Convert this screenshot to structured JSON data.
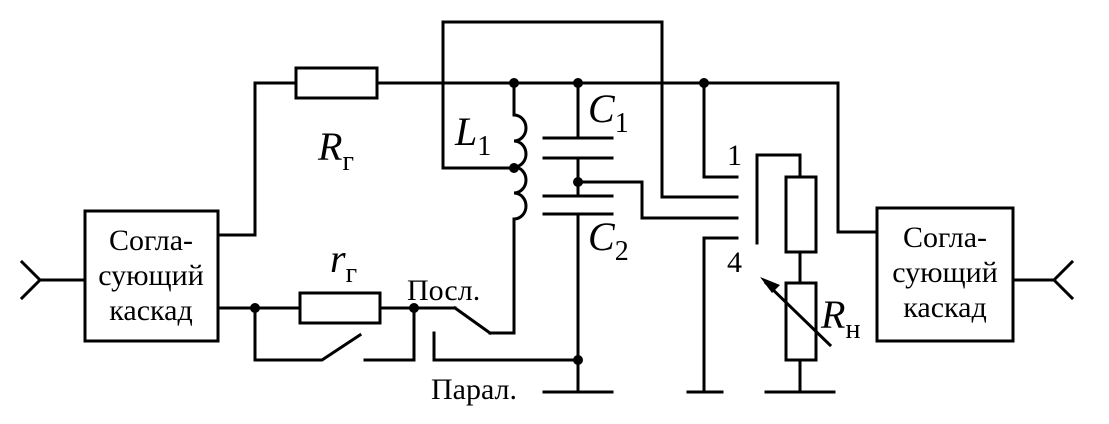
{
  "left_block": {
    "lines": [
      "Согла-",
      "сующий",
      "каскад"
    ]
  },
  "right_block": {
    "lines": [
      "Согла-",
      "сующий",
      "каскад"
    ]
  },
  "labels": {
    "R_g": {
      "main": "R",
      "sub": "г"
    },
    "r_g": {
      "main": "r",
      "sub": "г"
    },
    "L1": {
      "main": "L",
      "sub": "1"
    },
    "C1": {
      "main": "C",
      "sub": "1"
    },
    "C2": {
      "main": "C",
      "sub": "2"
    },
    "R_n": {
      "main": "R",
      "sub": "н"
    },
    "pos_series": "Посл.",
    "pos_parallel": "Парал.",
    "switch_pos_1": "1",
    "switch_pos_4": "4"
  }
}
